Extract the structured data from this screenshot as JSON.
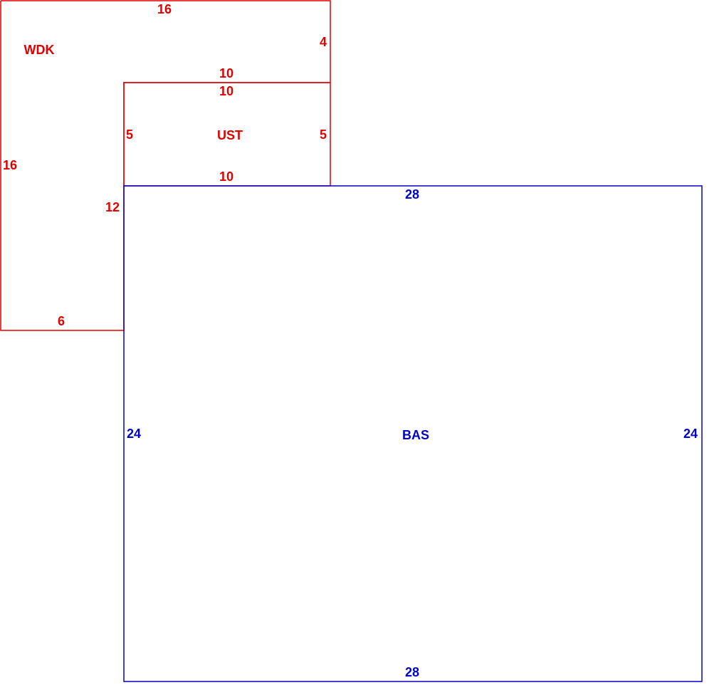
{
  "colors": {
    "wdk": "#e00000",
    "ust": "#e00000",
    "bas": "#0000cc"
  },
  "areas": {
    "wdk": {
      "code": "WDK",
      "dims": {
        "top": "16",
        "right_upper": "4",
        "left": "16",
        "inner_right": "12",
        "bottom": "6"
      }
    },
    "ust": {
      "code": "UST",
      "dims": {
        "top_outer": "10",
        "top_inner": "10",
        "left": "5",
        "right": "5",
        "bottom": "10"
      }
    },
    "bas": {
      "code": "BAS",
      "dims": {
        "top": "28",
        "left": "24",
        "right": "24",
        "bottom": "28"
      }
    }
  }
}
